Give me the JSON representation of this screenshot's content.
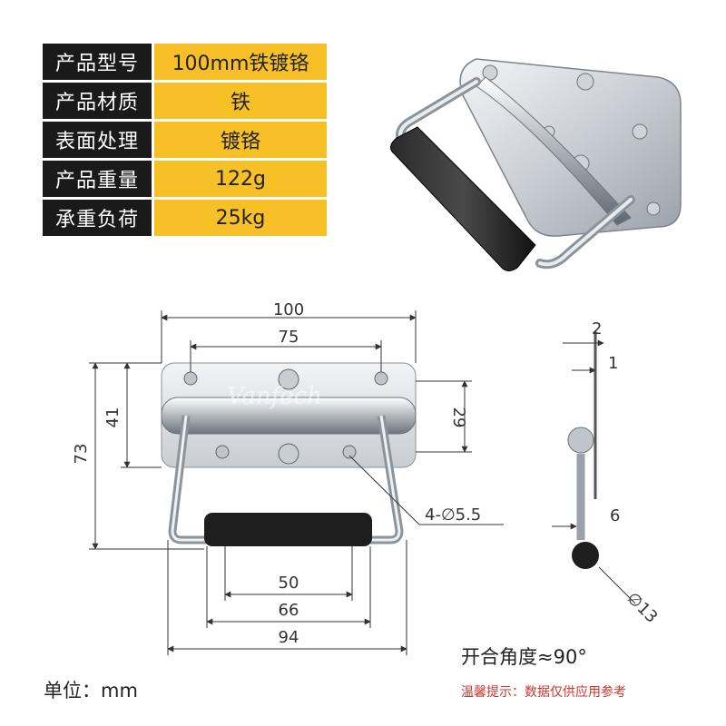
{
  "specs": [
    {
      "label": "产品型号",
      "value": "100mm铁镀铬"
    },
    {
      "label": "产品材质",
      "value": "铁"
    },
    {
      "label": "表面处理",
      "value": "镀铬"
    },
    {
      "label": "产品重量",
      "value": "122g"
    },
    {
      "label": "承重负荷",
      "value": "25kg"
    }
  ],
  "drawing": {
    "dims": {
      "overall_width": "100",
      "hole_spacing": "75",
      "height_73": "73",
      "height_41": "41",
      "height_29": "29",
      "inner_50": "50",
      "inner_66": "66",
      "outer_94": "94",
      "hole_callout": "4-∅5.5",
      "side_2": "2",
      "side_1": "1",
      "side_6": "6",
      "side_13": "∅13"
    },
    "watermark": "Vanfech"
  },
  "footer": {
    "unit": "单位：mm",
    "angle": "开合角度≈90°",
    "note": "温馨提示：数据仅供应用参考"
  }
}
